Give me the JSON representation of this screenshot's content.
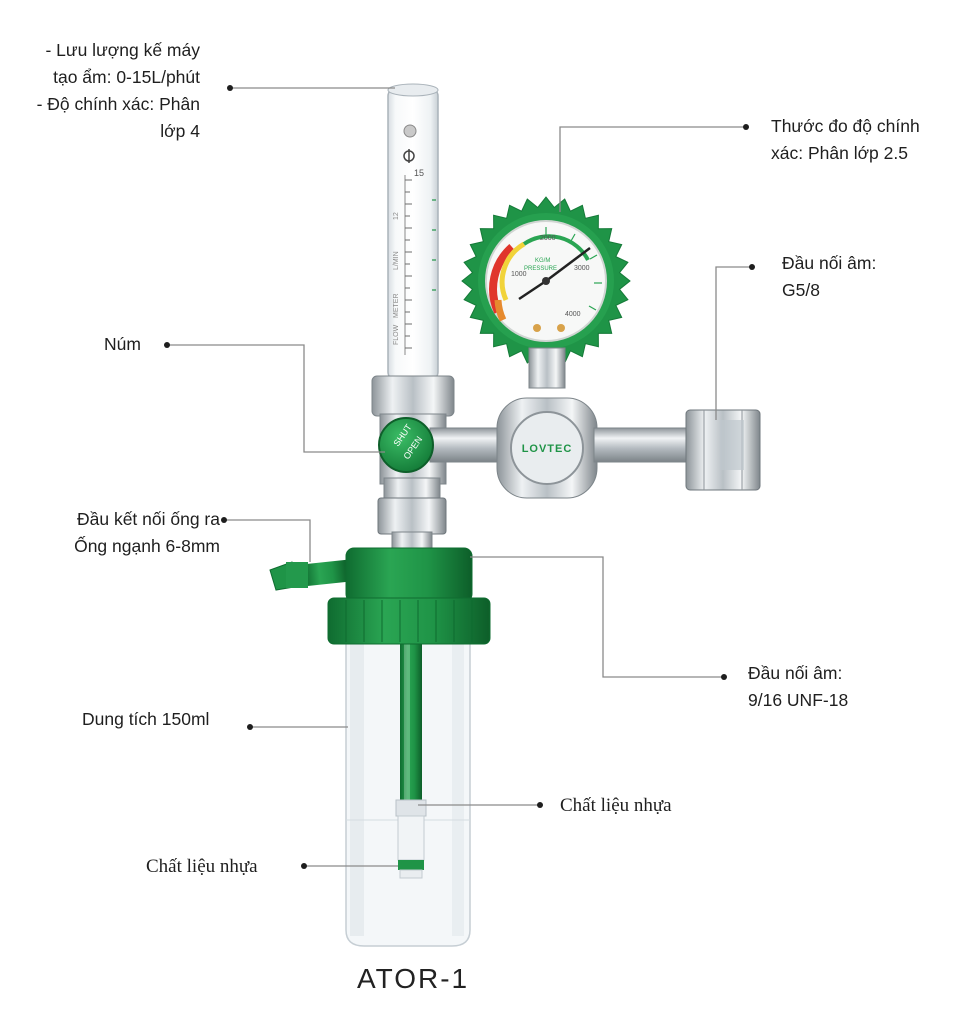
{
  "callouts": {
    "flowmeter": [
      "- Lưu lượng kế máy",
      "tạo ẩm: 0-15L/phút",
      "- Độ chính xác: Phân",
      "lớp 4"
    ],
    "gauge": [
      "Thước đo độ chính",
      "xác: Phân lớp 2.5"
    ],
    "inlet": [
      "Đầu nối âm:",
      "G5/8"
    ],
    "knob": "Núm",
    "outlet": [
      "Đầu kết nối ống ra",
      "Ống ngạnh 6-8mm"
    ],
    "bottle_connector": [
      "Đầu nối âm:",
      "9/16 UNF-18"
    ],
    "capacity": "Dung tích 150ml",
    "plastic_right": "Chất liệu nhựa",
    "plastic_left": "Chất liệu nhựa"
  },
  "device": {
    "brand": "LOVTEC",
    "valve_text": [
      "SHUT",
      "OPEN"
    ],
    "flowmeter_scale_top": "15",
    "flowmeter_scale_texts": [
      "FLOW",
      "METER",
      "L/MIN",
      "12"
    ],
    "gauge_labels": [
      "1000",
      "2000",
      "3000",
      "4000",
      "KG/M",
      "PRESSURE"
    ],
    "model": "ATOR-1"
  },
  "colors": {
    "green": "#1f9447",
    "green_dark": "#157a38",
    "chrome": "#c8cdd2",
    "line": "#8a8a8a"
  }
}
